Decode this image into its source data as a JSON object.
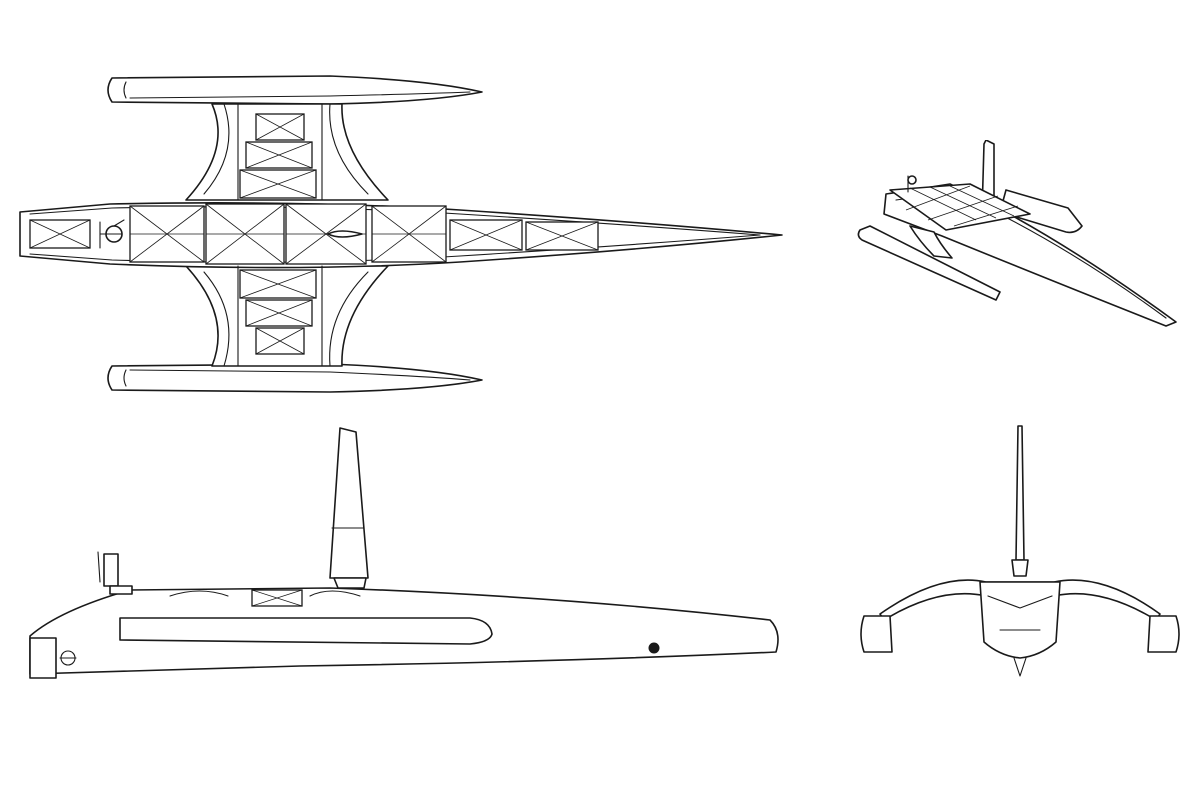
{
  "drawing": {
    "subject": "trimaran-autonomous-vessel",
    "colors": {
      "background": "#ffffff",
      "line": "#1a1a1a"
    },
    "views": [
      "top-view",
      "perspective-view",
      "side-view",
      "front-view"
    ]
  }
}
